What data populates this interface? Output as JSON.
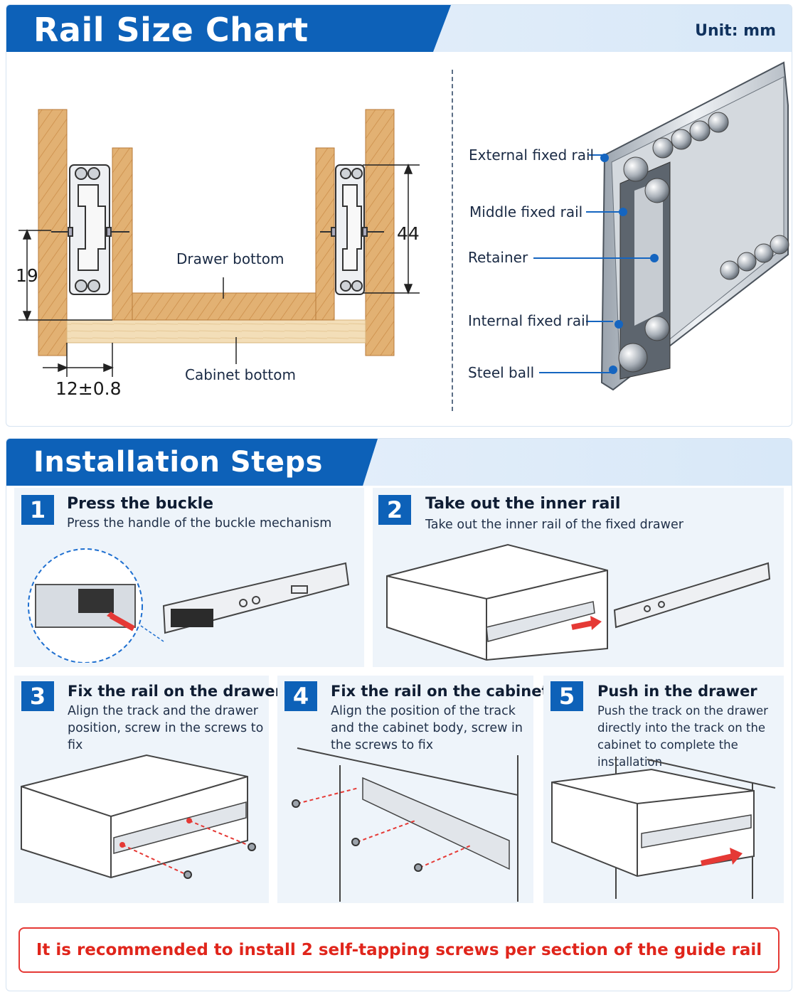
{
  "chart_section": {
    "title": "Rail Size Chart",
    "unit": "Unit: mm",
    "drawer_bottom_label": "Drawer bottom",
    "cabinet_bottom_label": "Cabinet bottom",
    "dim_height_44": "44",
    "dim_height_19": "19",
    "dim_gap": "12±0.8",
    "parts": [
      {
        "label": "External fixed rail"
      },
      {
        "label": "Middle fixed rail"
      },
      {
        "label": "Retainer"
      },
      {
        "label": "Internal fixed rail"
      },
      {
        "label": "Steel ball"
      }
    ]
  },
  "install_section": {
    "title": "Installation Steps",
    "steps": [
      {
        "number": "1",
        "title": "Press the buckle",
        "desc": "Press the handle of the buckle mechanism"
      },
      {
        "number": "2",
        "title": "Take out the inner rail",
        "desc": "Take out the inner rail of the fixed drawer"
      },
      {
        "number": "3",
        "title": "Fix the rail on the drawer",
        "desc": "Align the track and the drawer position, screw in the screws to fix"
      },
      {
        "number": "4",
        "title": "Fix the rail on the cabinet",
        "desc": "Align the position of the track and the cabinet body, screw in the screws to fix"
      },
      {
        "number": "5",
        "title": "Push in the drawer",
        "desc": "Push the track on the drawer directly into the track on the cabinet to complete the installation"
      }
    ],
    "note": "It is recommended to install 2 self-tapping screws per section of the guide rail"
  },
  "colors": {
    "accent": "#0d61b8",
    "wood": "#e2b173",
    "warning": "#e53935"
  }
}
